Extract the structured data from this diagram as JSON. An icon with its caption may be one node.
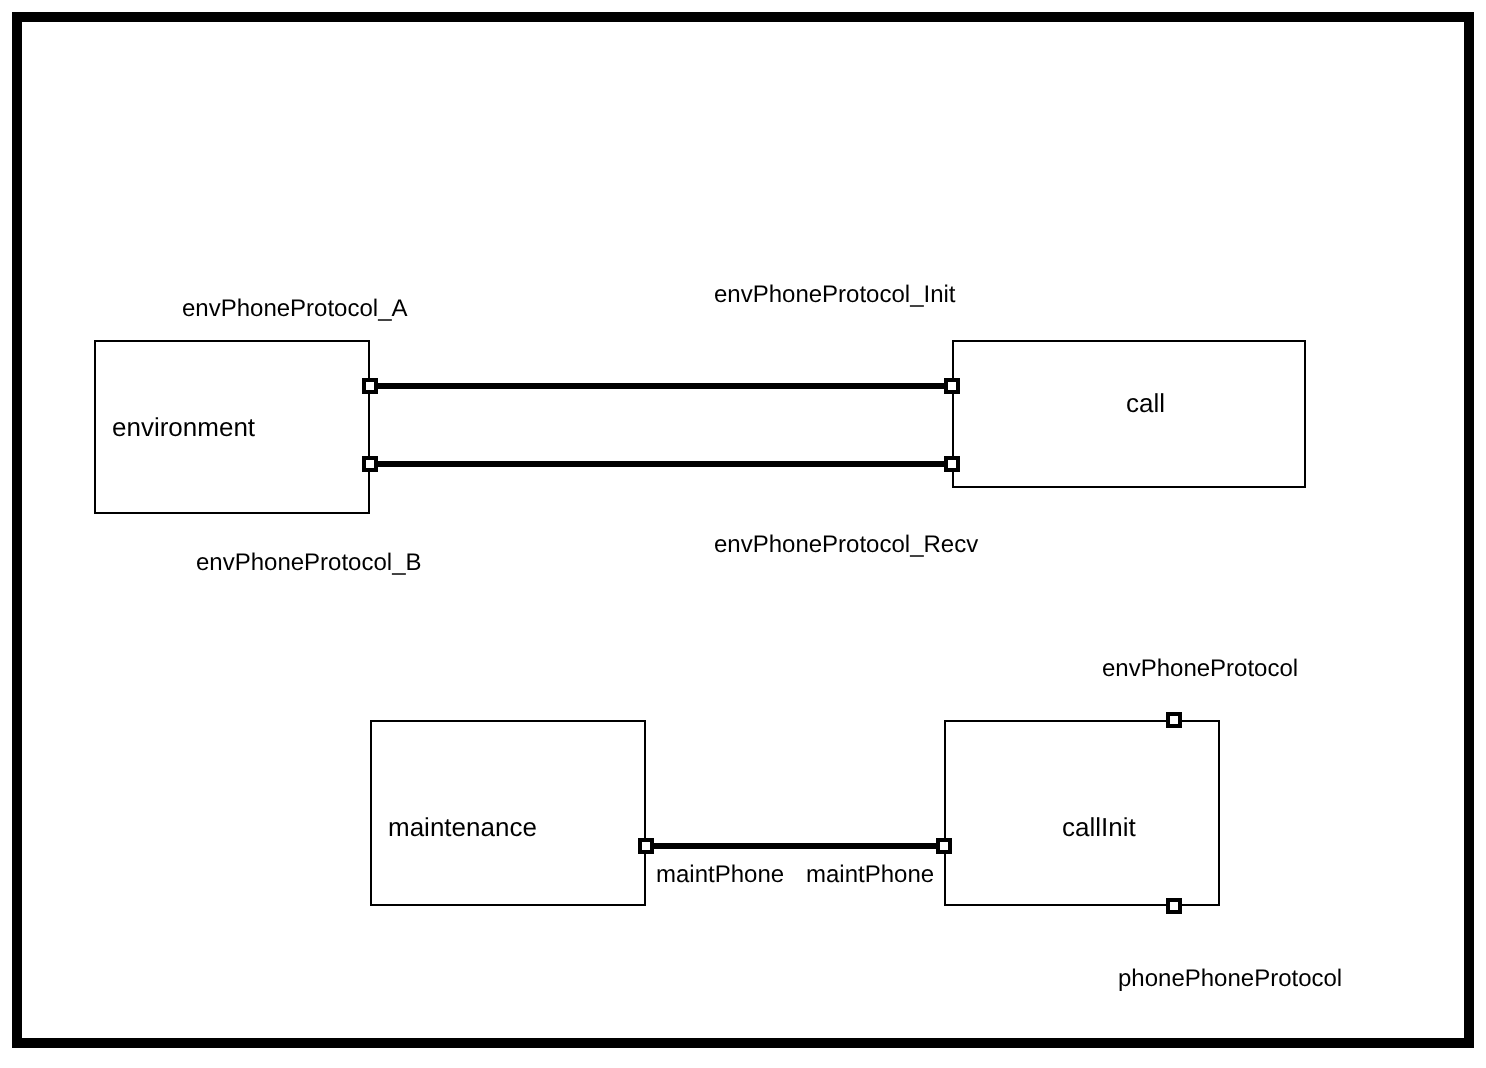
{
  "diagram": {
    "nodes": [
      {
        "text": [
          "environment"
        ],
        "beside": [
          "envPhoneProtocol_A",
          "envPhoneProtocol_B"
        ]
      },
      {
        "text": [
          "call"
        ],
        "beside": [
          "envPhoneProtocol_Init",
          "envPhoneProtocol_Recv"
        ]
      },
      {
        "text": [
          "maintenance"
        ],
        "beside": [
          "maintPhone"
        ]
      },
      {
        "text": [
          "callInit"
        ],
        "beside": [
          "envPhoneProtocol",
          "maintPhone",
          "phonePhoneProtocol"
        ]
      }
    ],
    "edges": [
      {
        "from": 0,
        "to": 1,
        "arrow": "none"
      },
      {
        "from": 0,
        "to": 1,
        "arrow": "none"
      },
      {
        "from": 2,
        "to": 3,
        "arrow": "none"
      }
    ]
  }
}
